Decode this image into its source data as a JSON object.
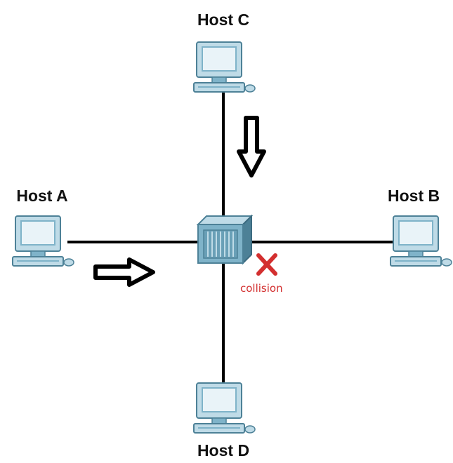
{
  "diagram": {
    "nodes": [
      {
        "id": "host-a",
        "label": "Host A",
        "kind": "computer"
      },
      {
        "id": "host-b",
        "label": "Host B",
        "kind": "computer"
      },
      {
        "id": "host-c",
        "label": "Host C",
        "kind": "computer"
      },
      {
        "id": "host-d",
        "label": "Host D",
        "kind": "computer"
      },
      {
        "id": "hub",
        "label": "",
        "kind": "hub"
      }
    ],
    "links": [
      {
        "from": "host-a",
        "to": "hub"
      },
      {
        "from": "host-b",
        "to": "hub"
      },
      {
        "from": "host-c",
        "to": "hub"
      },
      {
        "from": "host-d",
        "to": "hub"
      }
    ],
    "arrows": [
      {
        "near": "host-a",
        "direction": "right"
      },
      {
        "near": "host-c",
        "direction": "down"
      }
    ],
    "collision": {
      "label": "collision",
      "mark": "x-icon",
      "color": "#d32f2f"
    }
  },
  "colors": {
    "link": "#000000",
    "device_face": "#7fb3c9",
    "device_dark": "#4d8197",
    "device_light": "#bfdbe7",
    "screen": "#e9f3f8",
    "collision": "#d32f2f",
    "label": "#111111"
  }
}
